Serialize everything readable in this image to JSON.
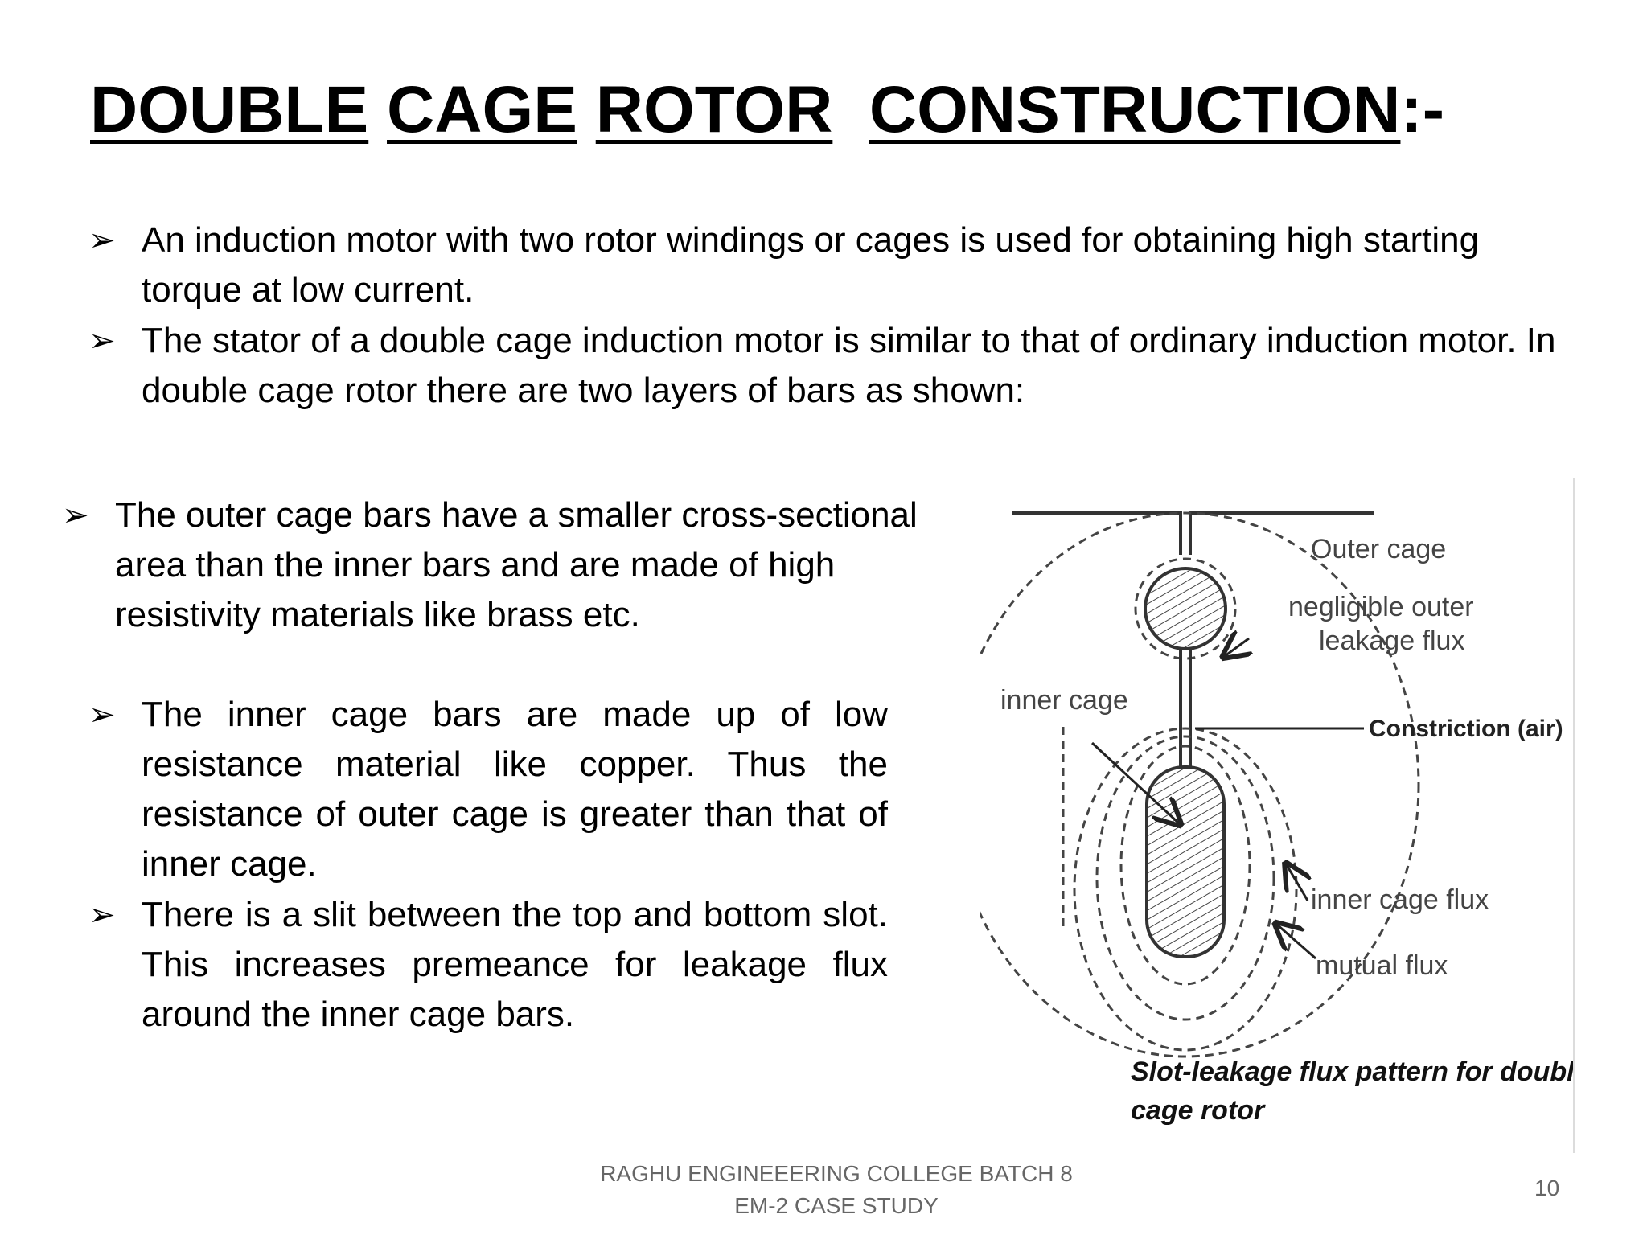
{
  "slide": {
    "title_words": [
      "DOUBLE",
      "CAGE",
      "ROTOR",
      "CONSTRUCTION"
    ],
    "title_suffix": ":-",
    "bullets": [
      "An induction motor with two rotor windings or cages is used for obtaining high starting torque at low current.",
      "The stator of a double cage induction motor is similar to that of ordinary induction motor. In double cage rotor there are two layers of bars as shown:",
      "The outer cage bars have a smaller cross-sectional area than the inner bars and are made of high resistivity materials like brass etc.",
      "The inner cage bars are made up of low resistance material like copper. Thus the resistance of outer cage is greater than that of inner cage.",
      "There is a slit between the top and bottom slot. This increases  premeance for leakage flux around the inner cage bars."
    ],
    "bullet_symbol": "➢"
  },
  "figure": {
    "labels": {
      "outer_cage": "Outer cage",
      "outer_flux_line1": "negligible outer",
      "outer_flux_line2": "leakage flux",
      "inner_cage": "inner cage",
      "constriction": "Constriction (air)",
      "inner_cage_flux": "inner cage flux",
      "mutual_flux": "mutual flux"
    },
    "caption_line1": "Slot-leakage flux pattern for double-",
    "caption_line2": "cage rotor"
  },
  "footer": {
    "line1": "RAGHU ENGINEEERING COLLEGE  BATCH 8",
    "line2": "EM-2 CASE STUDY",
    "page_number": "10"
  }
}
